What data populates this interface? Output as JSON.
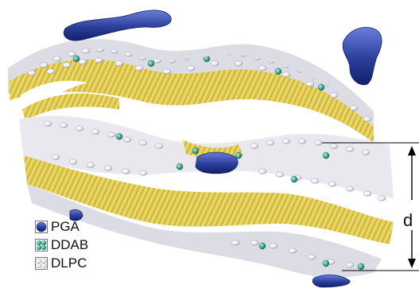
{
  "figure": {
    "distance_label": "d",
    "legend": [
      {
        "label": "PGA",
        "color": "#2b3f9a",
        "icon": "pga-polymer-icon"
      },
      {
        "label": "DDAB",
        "color": "#3aa58c",
        "icon": "ddab-bead-icon"
      },
      {
        "label": "DLPC",
        "color": "#f2f2f2",
        "icon": "dlpc-bead-icon"
      }
    ],
    "colors": {
      "tail_region": "#d9c14a",
      "tail_line": "#b09620",
      "pga": "#2b3f9a",
      "ddab": "#3aa58c",
      "dlpc": "#f4f4f6",
      "dlpc_outline": "#8a8a99"
    }
  }
}
